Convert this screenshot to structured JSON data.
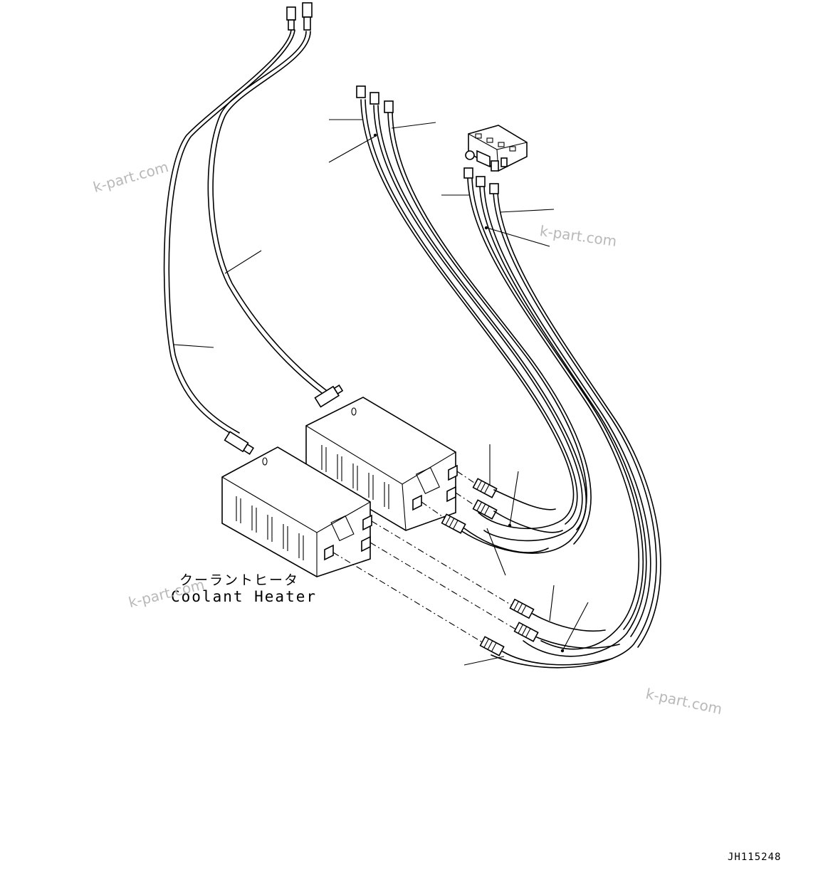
{
  "component": {
    "name_jp": "クーラントヒータ",
    "name_en": "Coolant Heater"
  },
  "drawing_code": "JH115248",
  "watermarks": [
    "k-part.com",
    "k-part.com",
    "k-part.com",
    "k-part.com"
  ],
  "colors": {
    "line": "#000000",
    "background": "#ffffff",
    "watermark": "#b9b9b9"
  }
}
